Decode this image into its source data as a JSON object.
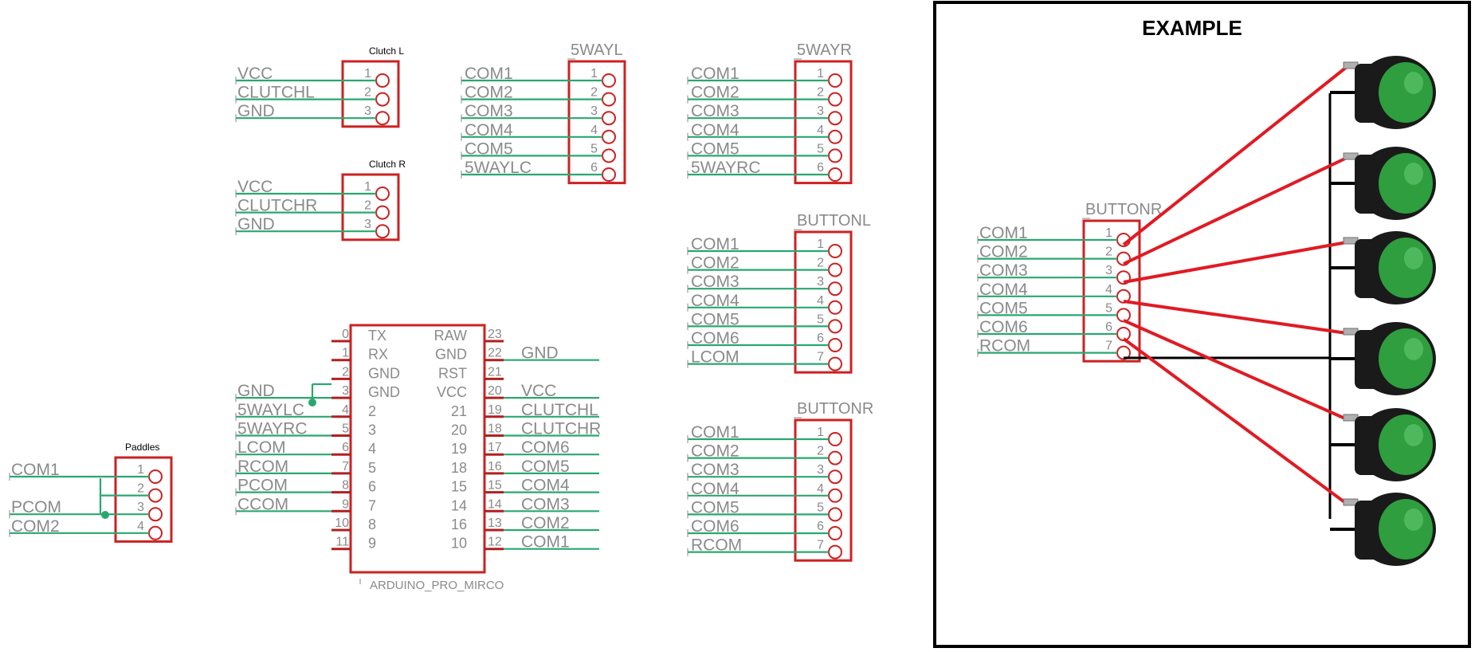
{
  "colors": {
    "wire": "#2aa76f",
    "pin": "#b02020",
    "part": "#cc2222",
    "text": "#8a8a8a",
    "title": "#000000",
    "red_wire": "#e01b24",
    "black_wire": "#000000",
    "button_cap": "#2e9e3e",
    "button_body": "#1a1a1a"
  },
  "connectors": [
    {
      "id": "clutch-l",
      "title": "Clutch L",
      "title_style": "small",
      "pins": [
        "1",
        "2",
        "3"
      ],
      "nets": [
        "VCC",
        "CLUTCHL",
        "GND"
      ]
    },
    {
      "id": "clutch-r",
      "title": "Clutch R",
      "title_style": "small",
      "pins": [
        "1",
        "2",
        "3"
      ],
      "nets": [
        "VCC",
        "CLUTCHR",
        "GND"
      ]
    },
    {
      "id": "5wayl",
      "title": "5WAYL",
      "title_style": "gray",
      "pins": [
        "1",
        "2",
        "3",
        "4",
        "5",
        "6"
      ],
      "nets": [
        "COM1",
        "COM2",
        "COM3",
        "COM4",
        "COM5",
        "5WAYLC"
      ]
    },
    {
      "id": "5wayr",
      "title": "5WAYR",
      "title_style": "gray",
      "pins": [
        "1",
        "2",
        "3",
        "4",
        "5",
        "6"
      ],
      "nets": [
        "COM1",
        "COM2",
        "COM3",
        "COM4",
        "COM5",
        "5WAYRC"
      ]
    },
    {
      "id": "buttonl",
      "title": "BUTTONL",
      "title_style": "gray",
      "pins": [
        "1",
        "2",
        "3",
        "4",
        "5",
        "6",
        "7"
      ],
      "nets": [
        "COM1",
        "COM2",
        "COM3",
        "COM4",
        "COM5",
        "COM6",
        "LCOM"
      ]
    },
    {
      "id": "buttonr",
      "title": "BUTTONR",
      "title_style": "gray",
      "pins": [
        "1",
        "2",
        "3",
        "4",
        "5",
        "6",
        "7"
      ],
      "nets": [
        "COM1",
        "COM2",
        "COM3",
        "COM4",
        "COM5",
        "COM6",
        "RCOM"
      ]
    },
    {
      "id": "paddles",
      "title": "Paddles",
      "title_style": "small",
      "pins": [
        "1",
        "2",
        "3",
        "4"
      ],
      "nets": [
        "COM1",
        "",
        "PCOM",
        "COM2"
      ]
    },
    {
      "id": "example-buttonr",
      "title": "BUTTONR",
      "title_style": "gray",
      "pins": [
        "1",
        "2",
        "3",
        "4",
        "5",
        "6",
        "7"
      ],
      "nets": [
        "COM1",
        "COM2",
        "COM3",
        "COM4",
        "COM5",
        "COM6",
        "RCOM"
      ]
    }
  ],
  "arduino": {
    "name": "ARDUINO_PRO_MIRCO",
    "left": [
      {
        "num": "0",
        "label": "TX",
        "net": ""
      },
      {
        "num": "1",
        "label": "RX",
        "net": ""
      },
      {
        "num": "2",
        "label": "GND",
        "net": ""
      },
      {
        "num": "3",
        "label": "GND",
        "net": "GND"
      },
      {
        "num": "4",
        "label": "2",
        "net": "5WAYLC"
      },
      {
        "num": "5",
        "label": "3",
        "net": "5WAYRC"
      },
      {
        "num": "6",
        "label": "4",
        "net": "LCOM"
      },
      {
        "num": "7",
        "label": "5",
        "net": "RCOM"
      },
      {
        "num": "8",
        "label": "6",
        "net": "PCOM"
      },
      {
        "num": "9",
        "label": "7",
        "net": "CCOM"
      },
      {
        "num": "10",
        "label": "8",
        "net": ""
      },
      {
        "num": "11",
        "label": "9",
        "net": ""
      }
    ],
    "right": [
      {
        "num": "23",
        "label": "RAW",
        "net": ""
      },
      {
        "num": "22",
        "label": "GND",
        "net": "GND"
      },
      {
        "num": "21",
        "label": "RST",
        "net": ""
      },
      {
        "num": "20",
        "label": "VCC",
        "net": "VCC"
      },
      {
        "num": "19",
        "label": "21",
        "net": "CLUTCHL"
      },
      {
        "num": "18",
        "label": "20",
        "net": "CLUTCHR"
      },
      {
        "num": "17",
        "label": "19",
        "net": "COM6"
      },
      {
        "num": "16",
        "label": "18",
        "net": "COM5"
      },
      {
        "num": "15",
        "label": "15",
        "net": "COM4"
      },
      {
        "num": "14",
        "label": "14",
        "net": "COM3"
      },
      {
        "num": "13",
        "label": "16",
        "net": "COM2"
      },
      {
        "num": "12",
        "label": "10",
        "net": "COM1"
      }
    ]
  },
  "example": {
    "title": "EXAMPLE",
    "button_count": 6,
    "button_icon": "green-pushbutton-icon"
  }
}
